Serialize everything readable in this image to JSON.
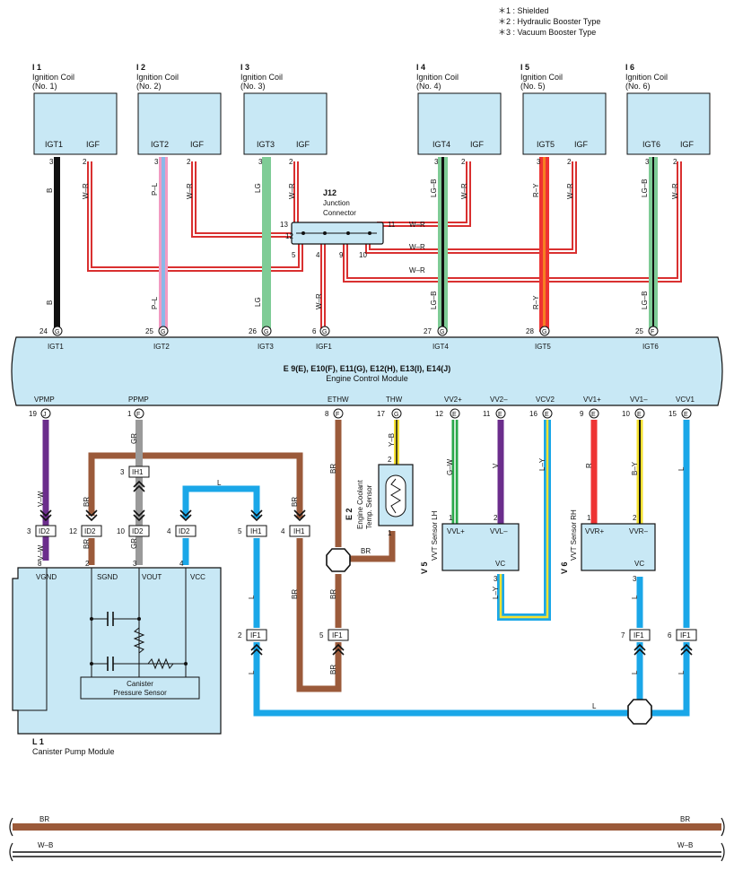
{
  "notes": [
    "＊1 : Shielded",
    "＊2 : Hydraulic Booster Type",
    "＊3 : Vacuum Booster Type"
  ],
  "coils": [
    {
      "id": "I 1",
      "name": "Ignition Coil",
      "num": "(No. 1)",
      "sig": "IGT1",
      "ret": "IGF",
      "pin_sig": "3",
      "pin_ret": "2",
      "color": "B",
      "ecu_pin": "24",
      "ecu_conn": "G",
      "ecu_label": "IGT1"
    },
    {
      "id": "I 2",
      "name": "Ignition Coil",
      "num": "(No. 2)",
      "sig": "IGT2",
      "ret": "IGF",
      "pin_sig": "3",
      "pin_ret": "2",
      "color": "P–L",
      "ecu_pin": "25",
      "ecu_conn": "G",
      "ecu_label": "IGT2"
    },
    {
      "id": "I 3",
      "name": "Ignition Coil",
      "num": "(No. 3)",
      "sig": "IGT3",
      "ret": "IGF",
      "pin_sig": "3",
      "pin_ret": "2",
      "color": "LG",
      "ecu_pin": "26",
      "ecu_conn": "G",
      "ecu_label": "IGT3"
    },
    {
      "id": "I 4",
      "name": "Ignition Coil",
      "num": "(No. 4)",
      "sig": "IGT4",
      "ret": "IGF",
      "pin_sig": "3",
      "pin_ret": "2",
      "color": "LG–B",
      "ecu_pin": "27",
      "ecu_conn": "G",
      "ecu_label": "IGT4"
    },
    {
      "id": "I 5",
      "name": "Ignition Coil",
      "num": "(No. 5)",
      "sig": "IGT5",
      "ret": "IGF",
      "pin_sig": "3",
      "pin_ret": "2",
      "color": "R–Y",
      "ecu_pin": "28",
      "ecu_conn": "G",
      "ecu_label": "IGT5"
    },
    {
      "id": "I 6",
      "name": "Ignition Coil",
      "num": "(No. 6)",
      "sig": "IGT6",
      "ret": "IGF",
      "pin_sig": "3",
      "pin_ret": "2",
      "color": "LG–B",
      "ecu_pin": "25",
      "ecu_conn": "F",
      "ecu_label": "IGT6"
    }
  ],
  "wire_colors": {
    "W-R": "W–R",
    "BR": "BR",
    "GR": "GR",
    "V-W": "V–W",
    "L": "L",
    "Y-B": "Y–B",
    "G-W": "G–W",
    "V": "V",
    "L-Y": "L–Y",
    "R": "R",
    "B-Y": "B–Y",
    "W-B": "W–B"
  },
  "junction": {
    "id": "J12",
    "name": "Junction",
    "name2": "Connector",
    "pins": {
      "p13": "13",
      "p12": "12",
      "p11": "11",
      "p10": "10",
      "p9": "9",
      "p5": "5",
      "p4": "4"
    }
  },
  "igf1": {
    "pin": "6",
    "conn": "G",
    "label": "IGF1"
  },
  "ecm": {
    "title": "E 9(E), E10(F), E11(G), E12(H), E13(I), E14(J)",
    "name": "Engine Control Module"
  },
  "ecm_bottom": [
    {
      "label": "VPMP",
      "pin": "19",
      "conn": "J"
    },
    {
      "label": "PPMP",
      "pin": "1",
      "conn": "F"
    },
    {
      "label": "ETHW",
      "pin": "8",
      "conn": "F"
    },
    {
      "label": "THW",
      "pin": "17",
      "conn": "G"
    },
    {
      "label": "VV2+",
      "pin": "12",
      "conn": "E"
    },
    {
      "label": "VV2–",
      "pin": "11",
      "conn": "E"
    },
    {
      "label": "VCV2",
      "pin": "16",
      "conn": "E"
    },
    {
      "label": "VV1+",
      "pin": "9",
      "conn": "E"
    },
    {
      "label": "VV1–",
      "pin": "10",
      "conn": "E"
    },
    {
      "label": "VCV1",
      "pin": "15",
      "conn": "E"
    }
  ],
  "inline": {
    "id2": "ID2",
    "ih1": "IH1",
    "if1": "IF1",
    "pins": {
      "p3": "3",
      "p12": "12",
      "p10": "10",
      "p4": "4",
      "p5": "5",
      "p2": "2",
      "p7": "7",
      "p6": "6",
      "p8": "8"
    }
  },
  "canister": {
    "id": "L 1",
    "name": "Canister Pump Module",
    "pins": [
      "VGND",
      "SGND",
      "VOUT",
      "VCC"
    ],
    "pin_nums": [
      "8",
      "2",
      "3",
      "4"
    ],
    "sensor1": "Canister",
    "sensor2": "Pressure Sensor"
  },
  "coolant": {
    "id": "E 2",
    "name1": "Engine Coolant",
    "name2": "Temp. Sensor",
    "p2": "2",
    "p1": "1"
  },
  "vvt_lh": {
    "id": "V 5",
    "name": "VVT Sensor LH",
    "p_plus": "VVL+",
    "p_minus": "VVL–",
    "p_vc": "VC",
    "n1": "1",
    "n2": "2",
    "n3": "3"
  },
  "vvt_rh": {
    "id": "V 6",
    "name": "VVT Sensor RH",
    "p_plus": "VVR+",
    "p_minus": "VVR–",
    "p_vc": "VC",
    "n1": "1",
    "n2": "2",
    "n3": "3"
  },
  "colors": {
    "box_fill": "#c8e8f5",
    "black": "#111111",
    "pink": "#f29ac2",
    "lightblue_wire": "#8ab8e8",
    "lg": "#7fcc96",
    "red": "#ee3333",
    "orange": "#f77f22",
    "brown": "#9b5a3a",
    "gray": "#9a9a9a",
    "purple": "#6b2d8c",
    "blue": "#1aa7e8",
    "yellow": "#f5e132",
    "green": "#2aa84a",
    "white_red": "#d93030"
  }
}
